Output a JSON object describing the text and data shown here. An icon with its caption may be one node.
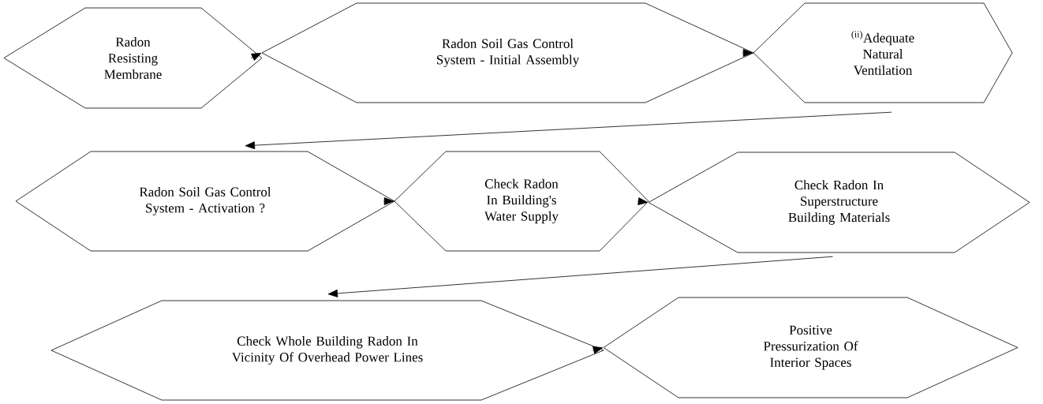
{
  "diagram": {
    "nodes": [
      {
        "text": [
          "Radon Resisting Membrane"
        ]
      },
      {
        "text": [
          "Radon Soil Gas Control System - Initial Assembly"
        ]
      },
      {
        "text": [
          "$^{(ii)}$Adequate Natural Ventilation"
        ]
      },
      {
        "text": [
          "Radon Soil Gas Control System - Activation ?"
        ]
      },
      {
        "text": [
          "Check Radon In Building's Water Supply"
        ]
      },
      {
        "text": [
          "Check Radon In Superstructure Building Materials"
        ]
      },
      {
        "text": [
          "Check Whole Building Radon In Vicinity Of Overhead Power Lines"
        ]
      },
      {
        "text": [
          "Positive Pressurization Of Interior Spaces"
        ]
      }
    ],
    "edges": [
      {
        "from": 0,
        "to": 1,
        "arrow": "to"
      },
      {
        "from": 1,
        "to": 2,
        "arrow": "to"
      },
      {
        "from": 2,
        "to": 3,
        "arrow": "to"
      },
      {
        "from": 3,
        "to": 4,
        "arrow": "to"
      },
      {
        "from": 4,
        "to": 5,
        "arrow": "to"
      },
      {
        "from": 5,
        "to": 6,
        "arrow": "to"
      },
      {
        "from": 6,
        "to": 7,
        "arrow": "to"
      }
    ]
  }
}
